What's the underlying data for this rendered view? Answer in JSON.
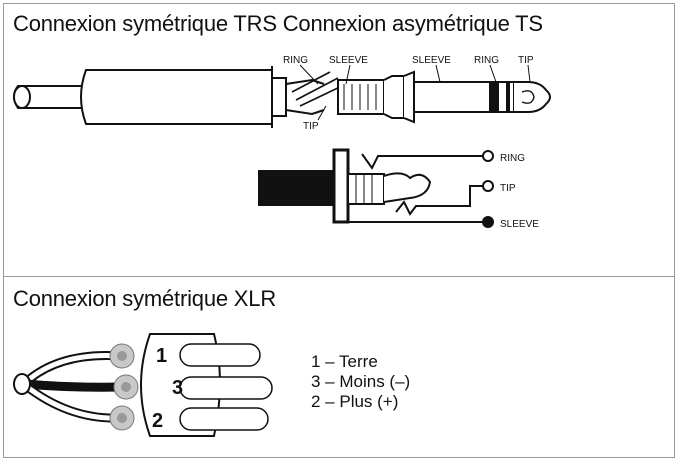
{
  "titles": {
    "trs_ts": "Connexion symétrique TRS Connexion asymétrique TS",
    "xlr": "Connexion symétrique XLR"
  },
  "trs_plug_labels": {
    "ring": "RING",
    "sleeve": "SLEEVE",
    "tip": "TIP"
  },
  "ts_plug_labels": {
    "sleeve": "SLEEVE",
    "ring": "RING",
    "tip": "TIP"
  },
  "schematic_labels": {
    "ring": "RING",
    "tip": "TIP",
    "sleeve": "SLEEVE"
  },
  "xlr_pins": {
    "pin1": "1",
    "pin3": "3",
    "pin2": "2"
  },
  "xlr_legend": [
    "1 – Terre",
    "3 – Moins (–)",
    "2 – Plus (+)"
  ]
}
